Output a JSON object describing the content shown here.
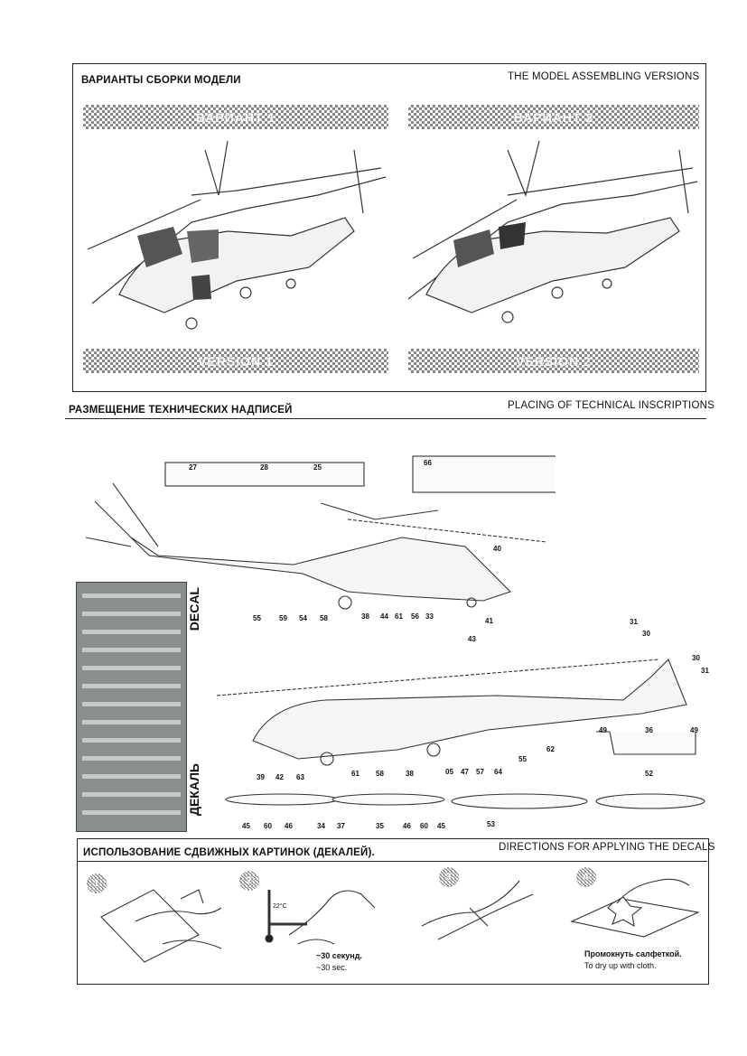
{
  "section1": {
    "title_ru": "ВАРИАНТЫ СБОРКИ МОДЕЛИ",
    "title_en": "THE MODEL ASSEMBLING VERSIONS",
    "variants": [
      {
        "top_label": "ВАРИАНТ 1",
        "bottom_label": "VERSION 1"
      },
      {
        "top_label": "ВАРИАНТ 2",
        "bottom_label": "VERSION 2"
      }
    ]
  },
  "section2": {
    "title_ru": "РАЗМЕЩЕНИЕ ТЕХНИЧЕСКИХ НАДПИСЕЙ",
    "title_en": "PLACING OF TECHNICAL INSCRIPTIONS",
    "decal_label_en": "DECAL",
    "decal_label_ru": "ДЕКАЛЬ",
    "callouts_top": [
      "27",
      "28",
      "25",
      "66",
      "40",
      "55",
      "59",
      "54",
      "58",
      "38",
      "44",
      "61",
      "56",
      "33",
      "41"
    ],
    "callouts_side": [
      "43",
      "31",
      "30",
      "30",
      "31",
      "39",
      "42",
      "63",
      "61",
      "58",
      "38",
      "05",
      "47",
      "57",
      "64",
      "55",
      "62",
      "49",
      "36",
      "49",
      "52"
    ],
    "callouts_tanks": [
      "45",
      "60",
      "46",
      "34",
      "37",
      "35",
      "46",
      "60",
      "45",
      "53"
    ]
  },
  "section3": {
    "title_ru": "ИСПОЛЬЗОВАНИЕ СДВИЖНЫХ КАРТИНОК (ДЕКАЛЕЙ).",
    "title_en": "DIRECTIONS  FOR APPLYING THE DECALS",
    "steps": [
      {
        "num": "1"
      },
      {
        "num": "2",
        "temp": "22°C",
        "text_ru": "~30 секунд.",
        "text_en": "~30 sec."
      },
      {
        "num": "3"
      },
      {
        "num": "4",
        "text_ru": "Промокнуть салфеткой.",
        "text_en": "To dry up with cloth."
      }
    ]
  }
}
